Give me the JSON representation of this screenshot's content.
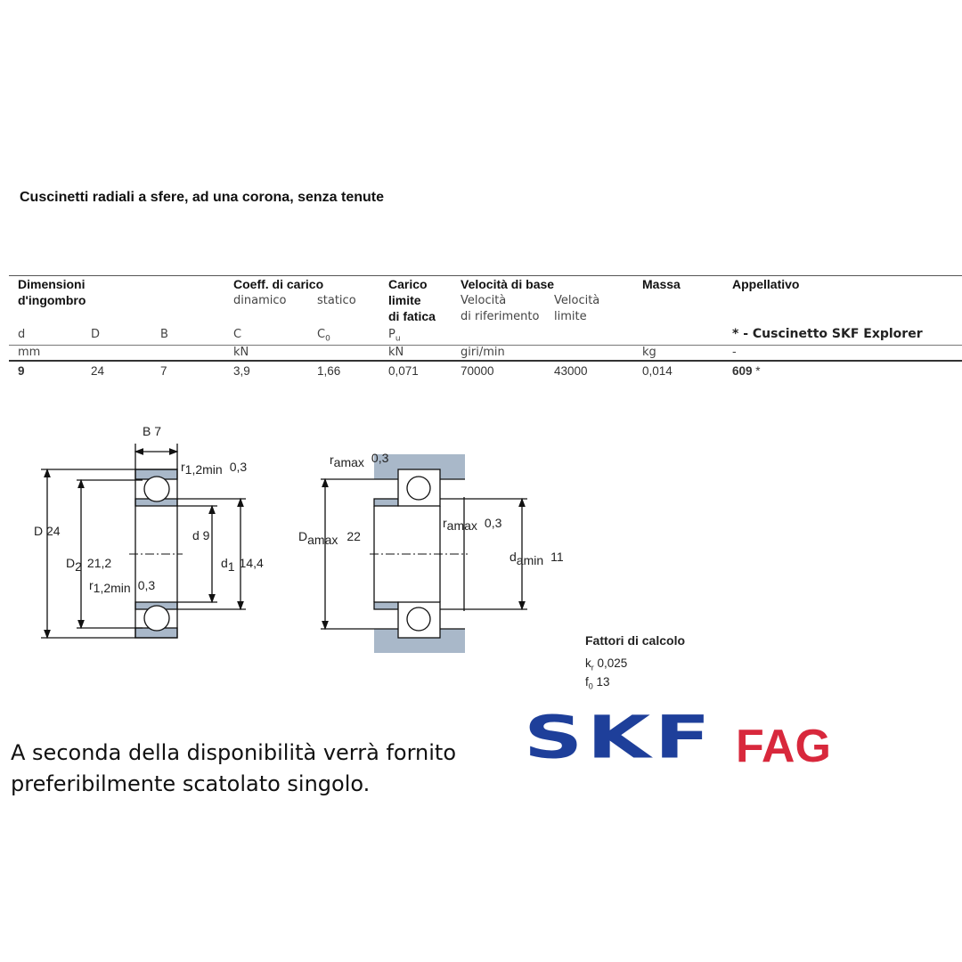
{
  "title": "Cuscinetti radiali a sfere, ad una corona, senza tenute",
  "table": {
    "groups": {
      "dims_1": "Dimensioni",
      "dims_2": "d'ingombro",
      "coeff": "Coeff. di carico",
      "dinamico": "dinamico",
      "statico": "statico",
      "carico_1": "Carico",
      "carico_2": "limite",
      "carico_3": "di fatica",
      "vel": "Velocità di base",
      "vel_ref_1": "Velocità",
      "vel_ref_2": "di riferimento",
      "vel_lim_1": "Velocità",
      "vel_lim_2": "limite",
      "massa": "Massa",
      "appellativo": "Appellativo",
      "explorer": "* - Cuscinetto SKF Explorer"
    },
    "symbols": [
      "d",
      "D",
      "B",
      "C",
      "C",
      "0",
      "P",
      "u"
    ],
    "units": {
      "mm": "mm",
      "kN1": "kN",
      "kN2": "kN",
      "giri": "giri/min",
      "kg": "kg",
      "dash": "-"
    },
    "row": {
      "d": "9",
      "D": "24",
      "B": "7",
      "C": "3,9",
      "C0": "1,66",
      "Pu": "0,071",
      "vref": "70000",
      "vlim": "43000",
      "massa": "0,014",
      "app": "609",
      "star": " *"
    }
  },
  "diagram1": {
    "B": "B 7",
    "r_top": "r",
    "r_top_sub": "1,2min",
    "r_top_val": "0,3",
    "D": "D 24",
    "D2": "D",
    "D2_sub": "2",
    "D2_val": "21,2",
    "r_bot": "r",
    "r_bot_sub": "1,2min",
    "r_bot_val": "0,3",
    "d": "d 9",
    "d1": "d",
    "d1_sub": "1",
    "d1_val": "14,4"
  },
  "diagram2": {
    "ra1": "r",
    "ra1_sub": "amax",
    "ra1_val": "0,3",
    "Da": "D",
    "Da_sub": "amax",
    "Da_val": "22",
    "ra2": "r",
    "ra2_sub": "amax",
    "ra2_val": "0,3",
    "da": "d",
    "da_sub": "amin",
    "da_val": "11"
  },
  "fattori": {
    "title": "Fattori di calcolo",
    "kr": "k",
    "kr_sub": "r",
    "kr_val": "0,025",
    "f0": "f",
    "f0_sub": "0",
    "f0_val": "13"
  },
  "note": {
    "line1": "A seconda della disponibilità verrà fornito",
    "line2": "preferibilmente scatolato singolo."
  },
  "logos": {
    "skf": "SKF",
    "fag": "FAG",
    "skf_color": "#1e3f9a",
    "fag_color": "#d8283c"
  }
}
